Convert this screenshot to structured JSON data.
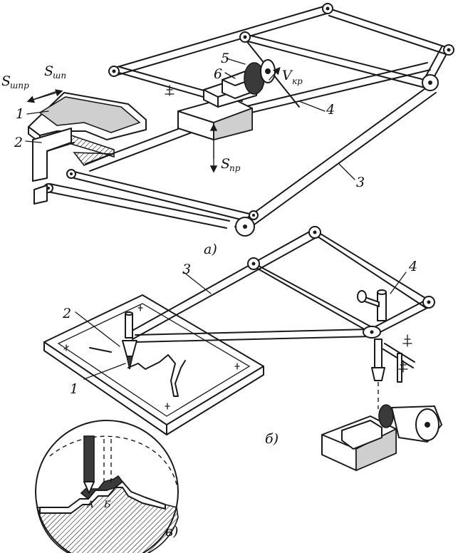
{
  "labels": {
    "a": {
      "s_shpr_main": "S",
      "s_shpr_sub": "шпр",
      "s_shp_main": "S",
      "s_shp_sub": "шп",
      "v_kr_main": "V",
      "v_kr_sub": "кр",
      "s_pr_main": "S",
      "s_pr_sub": "пр",
      "n1": "1",
      "n2": "2",
      "n3": "3",
      "n4": "4",
      "n5": "5",
      "n6": "6",
      "caption": "а)"
    },
    "b": {
      "n1": "1",
      "n2": "2",
      "n3": "3",
      "n4": "4",
      "caption": "б)"
    },
    "c": {
      "A": "А",
      "B": "Б",
      "caption": "в)"
    }
  },
  "icons": [
    "pantograph-frame",
    "template-workpiece",
    "grinding-wheel",
    "motor",
    "tracing-stylus",
    "section-detail"
  ]
}
